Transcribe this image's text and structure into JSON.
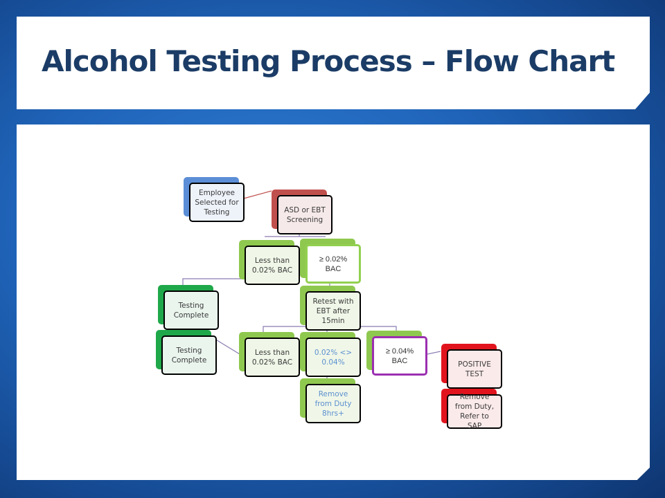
{
  "slide": {
    "title": "Alcohol Testing Process – Flow Chart"
  },
  "flowchart": {
    "nodes": {
      "employee": "Employee\nSelected for\nTesting",
      "screening": "ASD or EBT\nScreening",
      "less_than_1": "Less than\n0.02% BAC",
      "ge_002": "≥ 0.02%\nBAC",
      "testing_complete_1": "Testing\nComplete",
      "retest": "Retest with\nEBT after\n15min",
      "testing_complete_2": "Testing\nComplete",
      "less_than_2": "Less than\n0.02% BAC",
      "range_002_004": "0.02% <>\n0.04%",
      "ge_004": "≥ 0.04%\nBAC",
      "positive": "POSITIVE\nTEST",
      "remove_8hrs": "Remove\nfrom Duty\n8hrs+",
      "remove_sap": "Remove\nfrom Duty,\nRefer to\nSAP"
    }
  }
}
